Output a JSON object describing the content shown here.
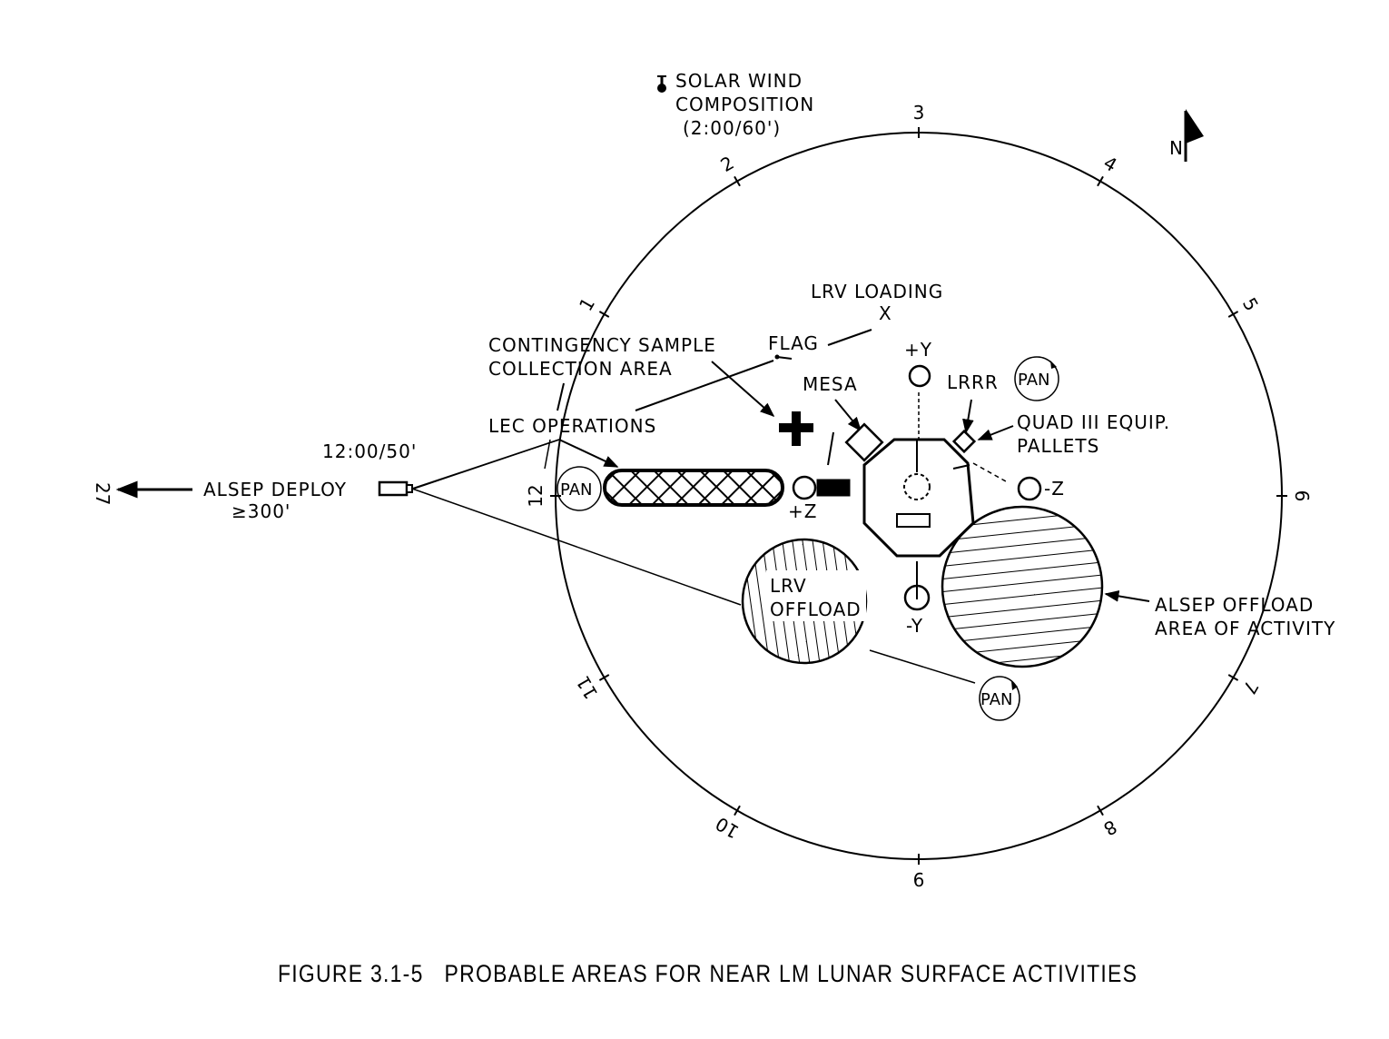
{
  "solar_wind": {
    "line1": "SOLAR WIND",
    "line2": "COMPOSITION",
    "line3": "(2:00/60')"
  },
  "compass": {
    "north_label": "N"
  },
  "clock_ticks": [
    "1",
    "2",
    "3",
    "4",
    "5",
    "6",
    "7",
    "8",
    "9",
    "10",
    "11",
    "12"
  ],
  "labels": {
    "lrv_loading": "LRV LOADING",
    "lrv_loading_mark": "X",
    "flag": "FLAG",
    "contingency_line1": "CONTINGENCY SAMPLE",
    "contingency_line2": "COLLECTION AREA",
    "lec_operations": "LEC OPERATIONS",
    "mesa": "MESA",
    "lrrr": "LRRR",
    "quad_line1": "QUAD III EQUIP.",
    "quad_line2": "PALLETS",
    "plus_y": "+Y",
    "minus_y": "-Y",
    "plus_z": "+Z",
    "minus_z": "-Z",
    "lrv_offload_line1": "LRV",
    "lrv_offload_line2": "OFFLOAD",
    "alsep_offload_line1": "ALSEP OFFLOAD",
    "alsep_offload_line2": "AREA OF ACTIVITY",
    "alsep_deploy": "ALSEP DEPLOY",
    "alsep_distance": "≥300'",
    "alsep_time": "12:00/50'",
    "alsep_heading": "27",
    "pan": "PAN"
  },
  "caption": "FIGURE 3.1-5   PROBABLE AREAS FOR NEAR LM LUNAR SURFACE ACTIVITIES"
}
